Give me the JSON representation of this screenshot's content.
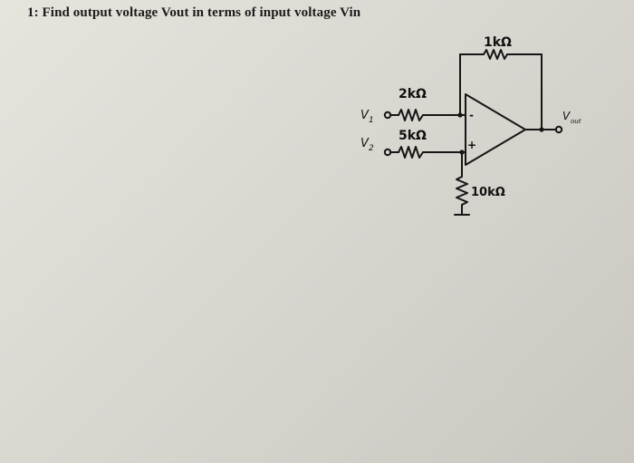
{
  "question": {
    "text": "1: Find output voltage Vout in terms of input voltage Vin"
  },
  "circuit": {
    "r_feedback": "1kΩ",
    "r1": "2kΩ",
    "r2": "5kΩ",
    "r_ground": "10kΩ",
    "v1": "V",
    "v1_sub": "1",
    "v2": "V",
    "v2_sub": "2",
    "vout": "V",
    "vout_sub": "out",
    "minus": "-",
    "plus": "+"
  }
}
